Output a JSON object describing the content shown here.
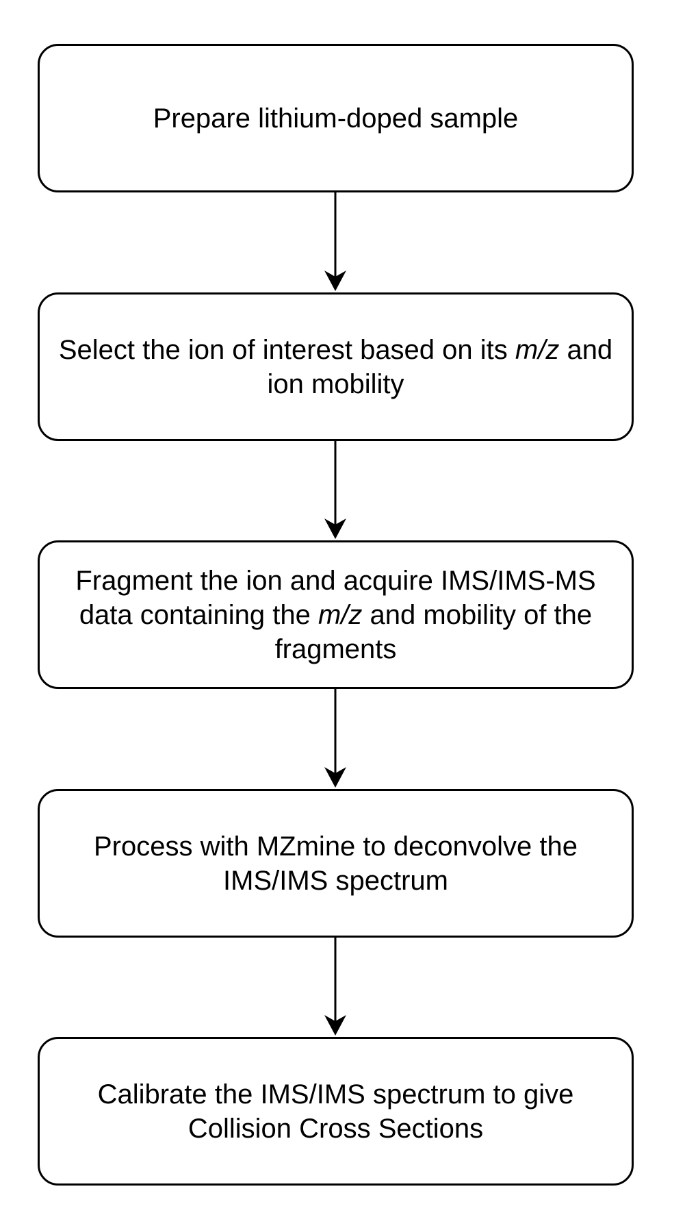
{
  "steps": [
    {
      "parts": [
        {
          "text": "Prepare lithium-doped sample",
          "italic": false
        }
      ]
    },
    {
      "parts": [
        {
          "text": "Select the ion of interest based on its ",
          "italic": false
        },
        {
          "text": "m/z",
          "italic": true
        },
        {
          "text": " and ion mobility",
          "italic": false
        }
      ]
    },
    {
      "parts": [
        {
          "text": "Fragment the ion and acquire IMS/IMS-MS data containing the ",
          "italic": false
        },
        {
          "text": "m/z",
          "italic": true
        },
        {
          "text": " and mobility of the fragments",
          "italic": false
        }
      ]
    },
    {
      "parts": [
        {
          "text": "Process with MZmine to deconvolve the IMS/IMS spectrum",
          "italic": false
        }
      ]
    },
    {
      "parts": [
        {
          "text": "Calibrate the IMS/IMS spectrum to give Collision Cross Sections",
          "italic": false
        }
      ]
    }
  ],
  "colors": {
    "stroke": "#000000",
    "background": "#ffffff"
  }
}
